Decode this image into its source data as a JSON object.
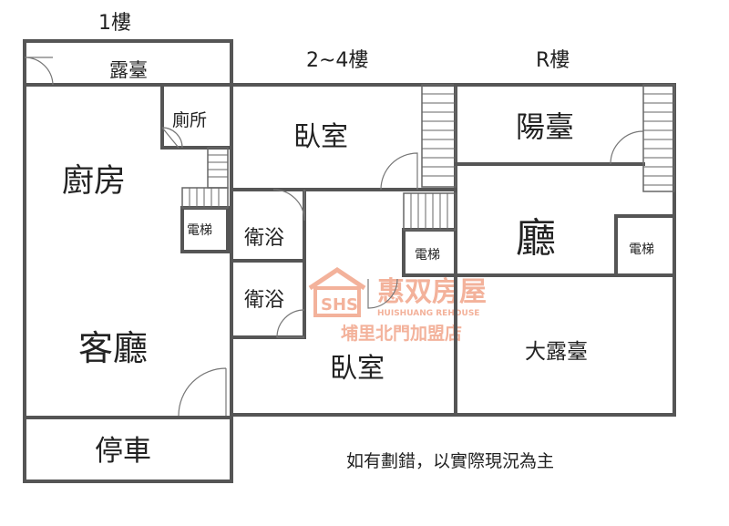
{
  "floors": {
    "first": "1樓",
    "middle": "2~4樓",
    "roof": "R樓"
  },
  "rooms": {
    "terrace": "露臺",
    "toilet": "廁所",
    "kitchen": "廚房",
    "elevator_1f": "電梯",
    "living_room": "客廳",
    "parking": "停車",
    "bedroom_top": "臥室",
    "bath_1": "衛浴",
    "bath_2": "衛浴",
    "elevator_mid": "電梯",
    "bedroom_bottom": "臥室",
    "balcony": "陽臺",
    "hall": "廳",
    "elevator_roof": "電梯",
    "big_terrace": "大露臺"
  },
  "watermark": {
    "brand": "惠双房屋",
    "brand_en": "HUISHUANG REHOUSE",
    "branch": "埔里北門加盟店"
  },
  "disclaimer": "如有劃錯，以實際現況為主"
}
